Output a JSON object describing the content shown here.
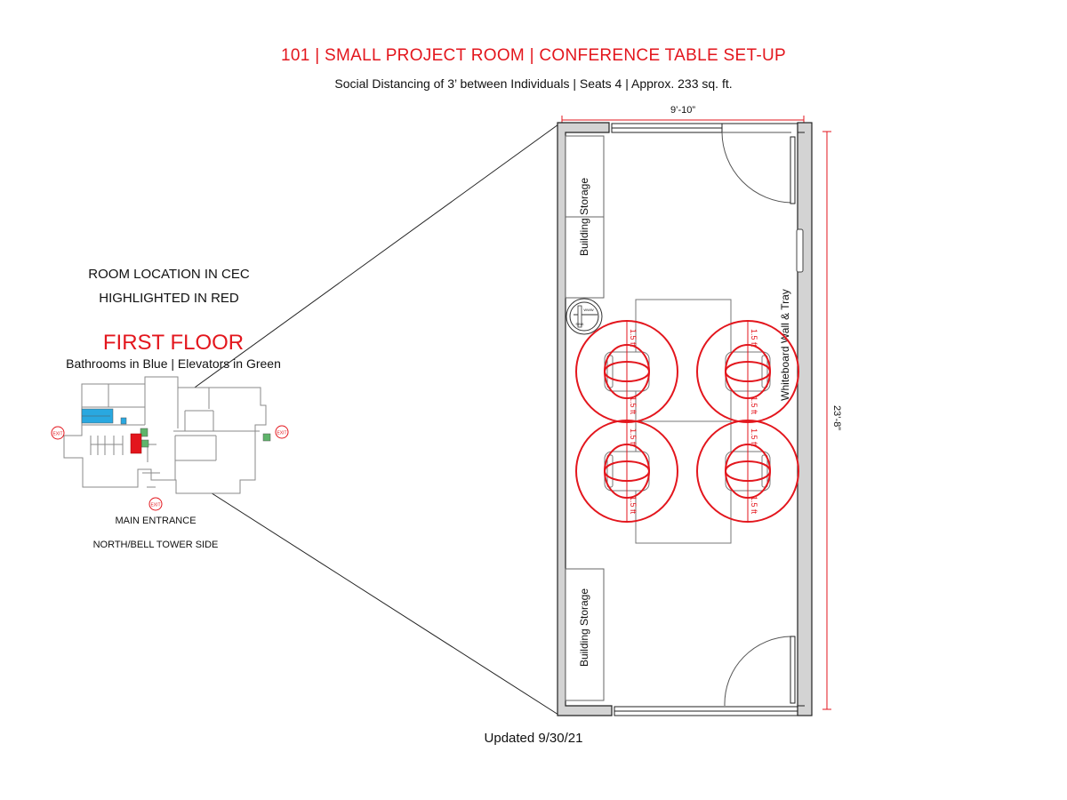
{
  "header": {
    "title": "101 | SMALL PROJECT ROOM | CONFERENCE TABLE SET-UP",
    "subtitle": "Social Distancing of 3’ between Individuals | Seats 4 | Approx. 233 sq. ft."
  },
  "location": {
    "line1": "ROOM LOCATION IN CEC",
    "line2": "HIGHLIGHTED IN RED",
    "floor": "FIRST FLOOR",
    "legend": "Bathrooms in Blue | Elevators in Green",
    "entrance": "MAIN ENTRANCE",
    "entrance_side": "NORTH/BELL TOWER SIDE",
    "exit_label": "EXIT"
  },
  "room": {
    "width_dim": "9’-10”",
    "length_dim": "23’-8”",
    "storage_top": "Building Storage",
    "storage_bottom": "Building Storage",
    "whiteboard": "Whiteboard Wall & Tray",
    "sink_top": "WWW",
    "sink_bottom": "SINK",
    "distance_label": "1.5 ft"
  },
  "footer": {
    "updated": "Updated 9/30/21"
  },
  "colors": {
    "accent_red": "#e3161d",
    "bathroom_blue": "#29a8e0",
    "elevator_green": "#5fb46b",
    "wall_gray": "#d3d3d3"
  }
}
